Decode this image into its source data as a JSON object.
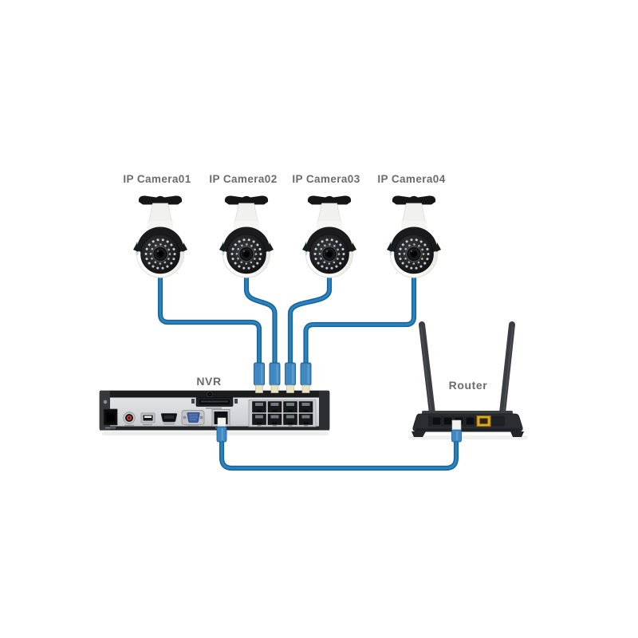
{
  "diagram_type": "security-camera-network-connection-diagram",
  "devices": {
    "cameras": [
      {
        "label": "IP Camera01"
      },
      {
        "label": "IP Camera02"
      },
      {
        "label": "IP Camera03"
      },
      {
        "label": "IP Camera04"
      }
    ],
    "nvr": {
      "label": "NVR",
      "poe_ports_total": 8,
      "poe_ports_connected": 4
    },
    "router": {
      "label": "Router",
      "lan_ports": 4,
      "wan_ports": 1
    }
  },
  "connections": [
    {
      "from": "IP Camera01",
      "to": "NVR PoE port 1",
      "medium": "ethernet cable"
    },
    {
      "from": "IP Camera02",
      "to": "NVR PoE port 2",
      "medium": "ethernet cable"
    },
    {
      "from": "IP Camera03",
      "to": "NVR PoE port 3",
      "medium": "ethernet cable"
    },
    {
      "from": "IP Camera04",
      "to": "NVR PoE port 4",
      "medium": "ethernet cable"
    },
    {
      "from": "NVR LAN port",
      "to": "Router LAN port",
      "medium": "ethernet cable"
    }
  ],
  "colors": {
    "background": "#ffffff",
    "cable": "#1e73af",
    "plug_blue": "#3f88c1",
    "plug_tip_cream": "#ebe3c6",
    "label_text": "#6b6b6b",
    "nvr_panel": "#d9dadc",
    "router_body": "#2b2d30",
    "wan_port_yellow": "#dca81f",
    "vga_blue": "#3d61a8",
    "rca_red": "#c03a2c"
  }
}
